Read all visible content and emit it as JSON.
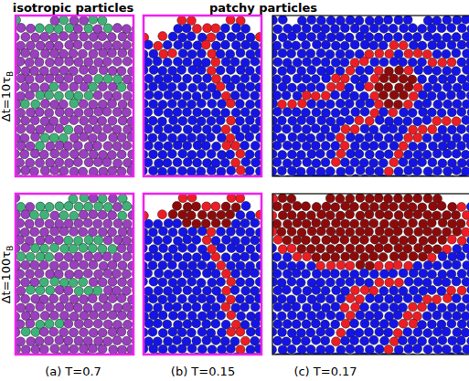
{
  "diagram": {
    "labels": [
      "isotropic particles",
      "patchy particles",
      "Δt=10τ",
      "B",
      "Δt=100τ",
      "B",
      "(a) T=0.7",
      "(b) T=0.15",
      "(c) T=0.17"
    ]
  }
}
